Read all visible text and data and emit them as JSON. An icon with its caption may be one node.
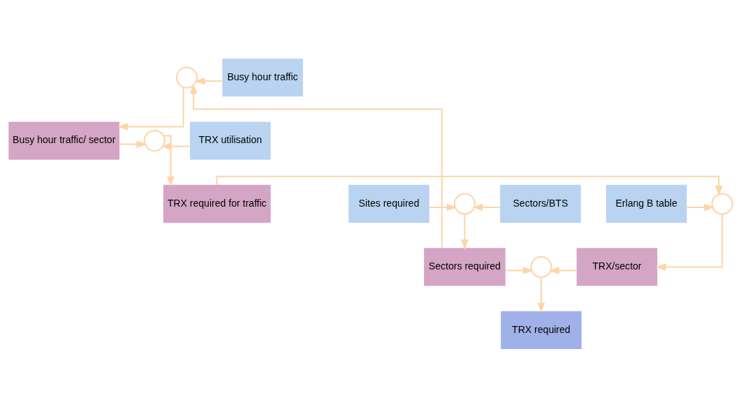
{
  "diagram": {
    "nodes": [
      {
        "text": [],
        "shape": "circle"
      },
      {
        "text": [
          "Busy hour traffic"
        ]
      },
      {
        "text": [
          "Busy hour traffic/ sector"
        ]
      },
      {
        "text": [],
        "shape": "circle"
      },
      {
        "text": [
          "TRX utilisation"
        ]
      },
      {
        "text": [
          "Sites required"
        ]
      },
      {
        "text": [],
        "shape": "circle"
      },
      {
        "text": [
          "Sectors/BTS"
        ]
      },
      {
        "text": [
          "Erlang B table"
        ]
      },
      {
        "text": [],
        "shape": "circle"
      },
      {
        "text": [
          "TRX required for traffic"
        ]
      },
      {
        "text": [
          "Sectors required"
        ]
      },
      {
        "text": [],
        "shape": "circle"
      },
      {
        "text": [
          "TRX/sector"
        ]
      },
      {
        "text": [
          "TRX required"
        ]
      }
    ],
    "edges": [
      {
        "from": 1,
        "to": 0,
        "arrow": "to"
      },
      {
        "from": 11,
        "to": 0,
        "arrow": "to"
      },
      {
        "from": 0,
        "to": 2,
        "arrow": "to"
      },
      {
        "from": 2,
        "to": 3,
        "arrow": "to"
      },
      {
        "from": 4,
        "to": 3,
        "arrow": "to"
      },
      {
        "from": 3,
        "to": 10,
        "arrow": "to"
      },
      {
        "from": 5,
        "to": 6,
        "arrow": "to"
      },
      {
        "from": 7,
        "to": 6,
        "arrow": "to"
      },
      {
        "from": 6,
        "to": 11,
        "arrow": "to"
      },
      {
        "from": 8,
        "to": 9,
        "arrow": "to"
      },
      {
        "from": 10,
        "to": 9,
        "arrow": "to"
      },
      {
        "from": 9,
        "to": 13,
        "arrow": "to"
      },
      {
        "from": 11,
        "to": 12,
        "arrow": "to"
      },
      {
        "from": 13,
        "to": 12,
        "arrow": "to"
      },
      {
        "from": 12,
        "to": 14,
        "arrow": "to"
      }
    ]
  }
}
